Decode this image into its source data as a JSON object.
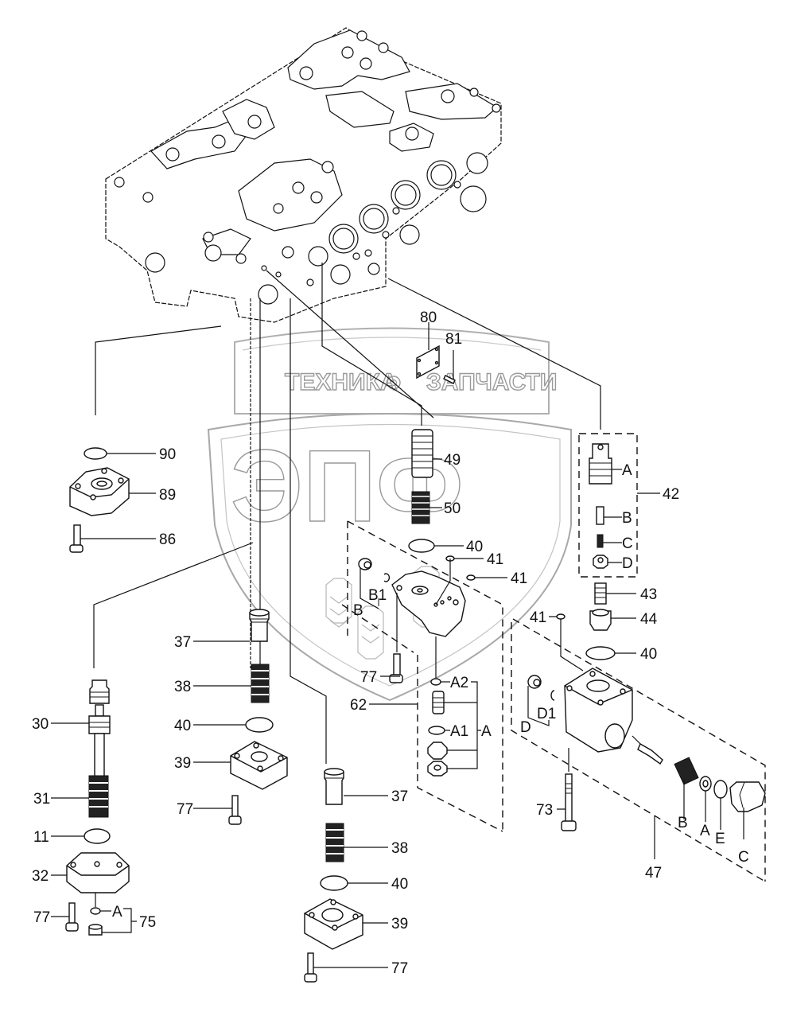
{
  "watermark": {
    "top_left": "ТЕХНИКА",
    "top_right": "ЗАПЧАСТИ",
    "big": "ЭПФ",
    "color": "#9a9a9a"
  },
  "labels": [
    {
      "id": "l80",
      "text": "80"
    },
    {
      "id": "l81",
      "text": "81"
    },
    {
      "id": "l90",
      "text": "90"
    },
    {
      "id": "l89",
      "text": "89"
    },
    {
      "id": "l86",
      "text": "86"
    },
    {
      "id": "l49",
      "text": "49"
    },
    {
      "id": "l50",
      "text": "50"
    },
    {
      "id": "l40a",
      "text": "40"
    },
    {
      "id": "l41a",
      "text": "41"
    },
    {
      "id": "l41b",
      "text": "41"
    },
    {
      "id": "lB1a",
      "text": "B1"
    },
    {
      "id": "lBa",
      "text": "B"
    },
    {
      "id": "l77a",
      "text": "77"
    },
    {
      "id": "l62",
      "text": "62"
    },
    {
      "id": "lA2",
      "text": "A2"
    },
    {
      "id": "lA1",
      "text": "A1"
    },
    {
      "id": "lAa",
      "text": "A"
    },
    {
      "id": "l42",
      "text": "42"
    },
    {
      "id": "l42A",
      "text": "A"
    },
    {
      "id": "l42B",
      "text": "B"
    },
    {
      "id": "l42C",
      "text": "C"
    },
    {
      "id": "l42D",
      "text": "D"
    },
    {
      "id": "l43",
      "text": "43"
    },
    {
      "id": "l44",
      "text": "44"
    },
    {
      "id": "l41c",
      "text": "41"
    },
    {
      "id": "l40b",
      "text": "40"
    },
    {
      "id": "lD1",
      "text": "D1"
    },
    {
      "id": "lD",
      "text": "D"
    },
    {
      "id": "l73",
      "text": "73"
    },
    {
      "id": "l47B",
      "text": "B"
    },
    {
      "id": "l47A",
      "text": "A"
    },
    {
      "id": "l47E",
      "text": "E"
    },
    {
      "id": "l47C",
      "text": "C"
    },
    {
      "id": "l47",
      "text": "47"
    },
    {
      "id": "l37a",
      "text": "37"
    },
    {
      "id": "l38a",
      "text": "38"
    },
    {
      "id": "l40c",
      "text": "40"
    },
    {
      "id": "l39a",
      "text": "39"
    },
    {
      "id": "l77b",
      "text": "77"
    },
    {
      "id": "l37b",
      "text": "37"
    },
    {
      "id": "l38b",
      "text": "38"
    },
    {
      "id": "l40d",
      "text": "40"
    },
    {
      "id": "l39b",
      "text": "39"
    },
    {
      "id": "l77c",
      "text": "77"
    },
    {
      "id": "l30",
      "text": "30"
    },
    {
      "id": "l31",
      "text": "31"
    },
    {
      "id": "l11",
      "text": "11"
    },
    {
      "id": "l32",
      "text": "32"
    },
    {
      "id": "l77d",
      "text": "77"
    },
    {
      "id": "l75A",
      "text": "A"
    },
    {
      "id": "l75",
      "text": "75"
    }
  ]
}
